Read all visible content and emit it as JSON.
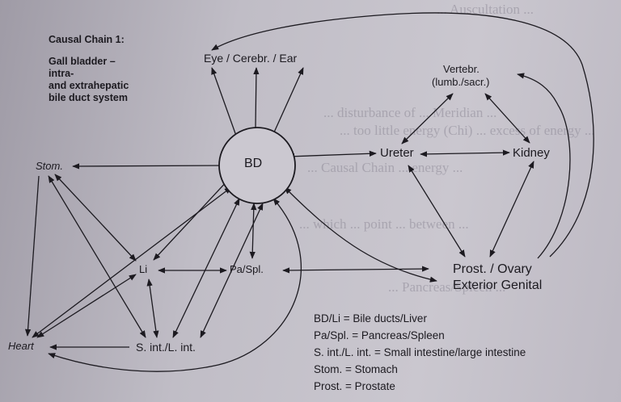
{
  "background_text_fragments": [
    "... Auscultation ...",
    "... disturbance of ... Meridian ...",
    "... too little energy (Chi) ... excess of energy ...",
    "... Causal Chain ... energy ...",
    "... which ... point ... between ...",
    "... Pancreas/Spleen ..."
  ],
  "title": {
    "line1": "Causal Chain 1:",
    "line2": "Gall bladder –",
    "line3": "intra-",
    "line4": "and extrahepatic",
    "line5": "bile duct system"
  },
  "nodes": {
    "bd": "BD",
    "eye": "Eye / Cerebr. / Ear",
    "vertebr1": "Vertebr.",
    "vertebr2": "(lumb./sacr.)",
    "stom": "Stom.",
    "ureter": "Ureter",
    "kidney": "Kidney",
    "li": "Li",
    "pa": "Pa/Spl.",
    "prost1": "Prost. / Ovary",
    "prost2": "Exterior Genital",
    "heart": "Heart",
    "sint": "S. int./L. int."
  },
  "legend": [
    "BD/Li = Bile ducts/Liver",
    "Pa/Spl. = Pancreas/Spleen",
    "S. int./L. int. = Small intestine/large intestine",
    "Stom. = Stomach",
    "Prost. = Prostate"
  ],
  "colors": {
    "ink": "#1c1a20",
    "paper": "#c0bdc6"
  }
}
